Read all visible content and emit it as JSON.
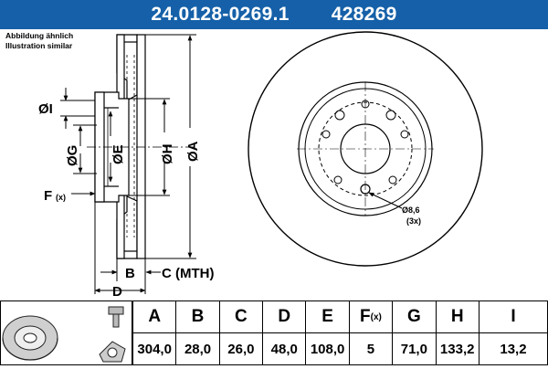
{
  "header": {
    "part_number": "24.0128-0269.1",
    "article_number": "428269"
  },
  "caption": {
    "line1": "Abbildung ähnlich",
    "line2": "Illustration similar"
  },
  "drawing_labels": {
    "i": "ØI",
    "g": "ØG",
    "e": "ØE",
    "h": "ØH",
    "a": "ØA",
    "f": "F",
    "f_sub": "(x)",
    "b": "B",
    "c": "C (MTH)",
    "d": "D",
    "hole": "Ø8,6",
    "hole_count": "(3x)"
  },
  "table": {
    "headers": [
      "A",
      "B",
      "C",
      "D",
      "E",
      "F",
      "G",
      "H",
      "I"
    ],
    "f_header_sub": "(x)",
    "values": [
      "304,0",
      "28,0",
      "26,0",
      "48,0",
      "108,0",
      "5",
      "71,0",
      "133,2",
      "13,2"
    ]
  },
  "colors": {
    "header_bg": "#1560a8",
    "header_text": "#ffffff",
    "line": "#000000"
  }
}
